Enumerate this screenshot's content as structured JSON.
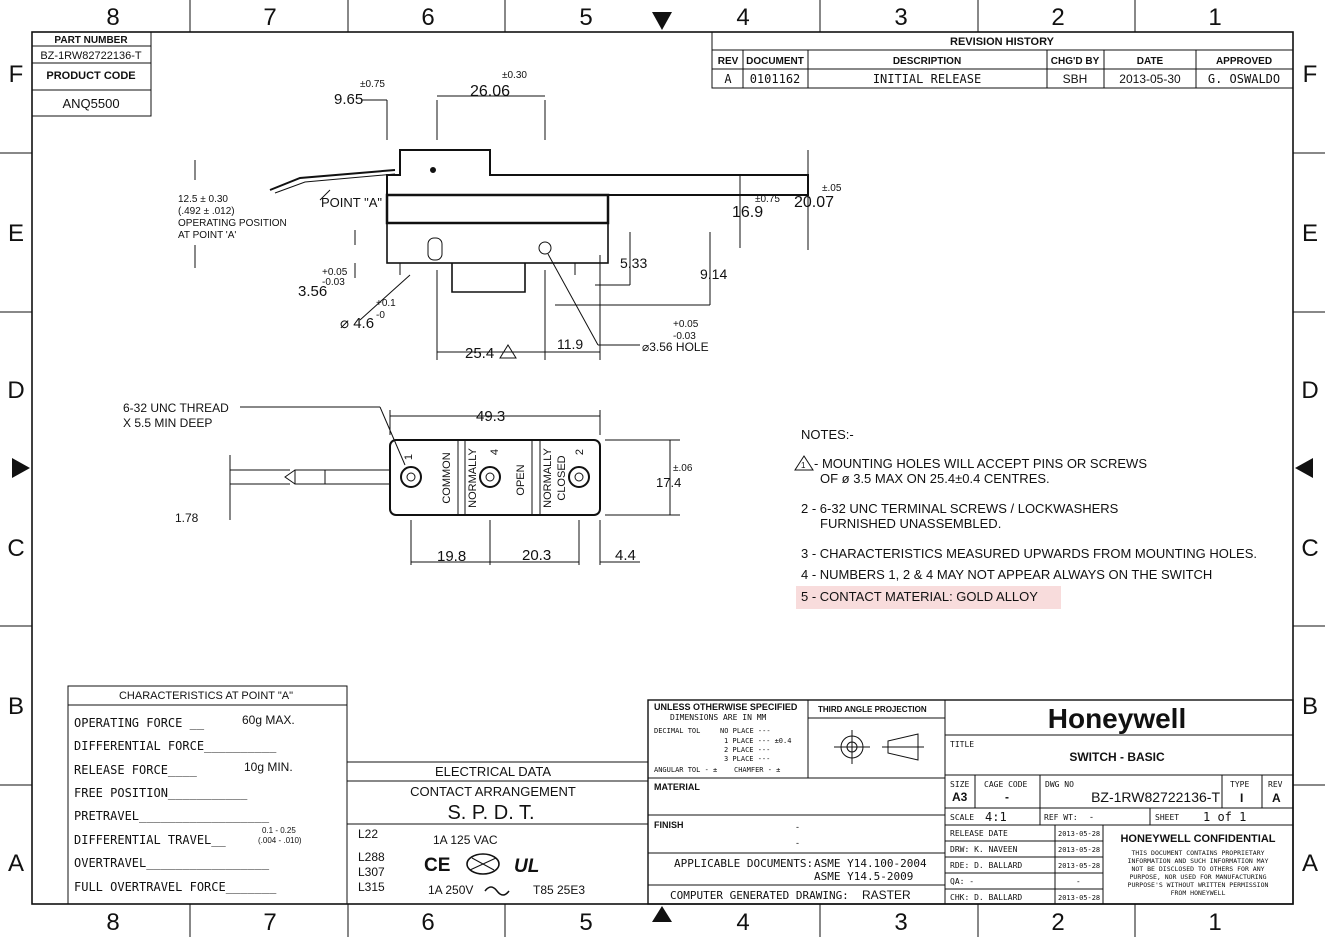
{
  "zones": {
    "cols": [
      "8",
      "7",
      "6",
      "5",
      "4",
      "3",
      "2",
      "1"
    ],
    "rows": [
      "F",
      "E",
      "D",
      "C",
      "B",
      "A"
    ]
  },
  "part": {
    "part_number_label": "PART NUMBER",
    "part_number": "BZ-1RW82722136-T",
    "product_code_label": "PRODUCT CODE",
    "product_code": "ANQ5500"
  },
  "revision": {
    "title": "REVISION HISTORY",
    "headers": [
      "REV",
      "DOCUMENT",
      "DESCRIPTION",
      "CHG'D BY",
      "DATE",
      "APPROVED"
    ],
    "row": [
      "A",
      "0101162",
      "INITIAL RELEASE",
      "SBH",
      "2013-05-30",
      "G. OSWALDO"
    ]
  },
  "side_view": {
    "dim_9_65": "9.65",
    "tol_0_75a": "±0.75",
    "dim_26_06": "26.06",
    "tol_0_30": "±0.30",
    "dim_16_9": "16.9",
    "tol_0_75b": "±0.75",
    "dim_20_07": "20.07",
    "tol_05": "±.05",
    "op_pos_1": "12.5 ± 0.30",
    "op_pos_2": "(.492 ± .012)",
    "op_pos_3": "OPERATING POSITION",
    "op_pos_4": "AT POINT 'A'",
    "point_a": "POINT \"A\"",
    "dim_3_56": "3.56",
    "tol_p005": "+0.05",
    "tol_m003": "-0.03",
    "dim_phi46": "⌀ 4.6",
    "tol_p01": "+0.1",
    "tol_0": "-0",
    "dim_5_33": "5.33",
    "dim_9_14": "9.14",
    "dim_25_4": "25.4",
    "dim_11_9": "11.9",
    "hole_tol_p": "+0.05",
    "hole_tol_m": "-0.03",
    "hole": "⌀3.56 HOLE"
  },
  "bottom_view": {
    "thread_1": "6-32 UNC THREAD",
    "thread_2": "X 5.5 MIN DEEP",
    "dim_49_3": "49.3",
    "dim_17_4": "17.4",
    "tol_06": "±.06",
    "dim_1_78": "1.78",
    "dim_19_8": "19.8",
    "dim_20_3": "20.3",
    "dim_4_4": "4.4",
    "term_1": "1",
    "term_4": "4",
    "term_2": "2",
    "common": "COMMON",
    "normally_open_1": "NORMALLY",
    "normally_open_2": "OPEN",
    "normally_closed_1": "NORMALLY",
    "normally_closed_2": "CLOSED"
  },
  "notes": {
    "title": "NOTES:-",
    "n1_a": "- MOUNTING HOLES WILL ACCEPT PINS OR SCREWS",
    "n1_b": "OF ø 3.5 MAX ON 25.4±0.4 CENTRES.",
    "n1_mark": "1",
    "n2_a": "2 - 6-32 UNC TERMINAL SCREWS / LOCKWASHERS",
    "n2_b": "FURNISHED UNASSEMBLED.",
    "n3": "3 - CHARACTERISTICS MEASURED UPWARDS FROM MOUNTING HOLES.",
    "n4": "4 - NUMBERS 1, 2 & 4 MAY NOT APPEAR ALWAYS ON THE SWITCH",
    "n5": "5 - CONTACT MATERIAL: GOLD ALLOY",
    "highlight_color": "#f8dcdc"
  },
  "characteristics": {
    "title": "CHARACTERISTICS AT POINT \"A\"",
    "rows": [
      {
        "label": "OPERATING FORCE __",
        "value": "60g MAX."
      },
      {
        "label": "DIFFERENTIAL FORCE__________",
        "value": ""
      },
      {
        "label": "RELEASE FORCE____",
        "value": "10g MIN."
      },
      {
        "label": "FREE POSITION___________",
        "value": ""
      },
      {
        "label": "PRETRAVEL__________________",
        "value": ""
      },
      {
        "label": "DIFFERENTIAL TRAVEL__",
        "value": "0.1 - 0.25",
        "value2": "(.004 - .010)"
      },
      {
        "label": "OVERTRAVEL_________________",
        "value": ""
      },
      {
        "label": "FULL OVERTRAVEL FORCE_______",
        "value": ""
      }
    ]
  },
  "electrical": {
    "title": "ELECTRICAL DATA",
    "arrangement_label": "CONTACT ARRANGEMENT",
    "arrangement": "S. P. D. T.",
    "l22": "L22",
    "rating_1": "1A  125 VAC",
    "l288": "L288",
    "l307": "L307",
    "l315": "L315",
    "rating_2a": "1A  250V",
    "rating_2b": "T85 25E3",
    "mark_ce": "CE",
    "mark_ul": "UL"
  },
  "titleblock": {
    "tol_title": "UNLESS OTHERWISE SPECIFIED",
    "tol_sub": "DIMENSIONS ARE IN MM",
    "decimal": "DECIMAL TOL",
    "no_place": "NO PLACE ---",
    "place1": "1 PLACE --- ±0.4",
    "place2": "2 PLACE ---",
    "place3": "3 PLACE ---",
    "angular": "ANGULAR TOL - ±",
    "chamfer": "CHAMFER - ±",
    "projection": "THIRD ANGLE PROJECTION",
    "material": "MATERIAL",
    "finish": "FINISH",
    "finish_dash1": "-",
    "finish_dash2": "-",
    "applicable_label": "APPLICABLE DOCUMENTS:",
    "applicable_1": "ASME Y14.100-2004",
    "applicable_2": "ASME Y14.5-2009",
    "computer_label": "COMPUTER GENERATED DRAWING:",
    "computer_val": "RASTER",
    "company": "Honeywell",
    "title_label": "TITLE",
    "title": "SWITCH - BASIC",
    "size_label": "SIZE",
    "size": "A3",
    "cage_label": "CAGE CODE",
    "cage": "-",
    "dwg_label": "DWG NO",
    "dwg": "BZ-1RW82722136-T",
    "type_label": "TYPE",
    "type": "I",
    "rev_label": "REV",
    "rev": "A",
    "scale_label": "SCALE",
    "scale": "4:1",
    "refwt_label": "REF WT:",
    "refwt": "-",
    "sheet_label": "SHEET",
    "sheet": "1 of 1",
    "release_label": "RELEASE DATE",
    "release": "2013-05-28",
    "drw": "DRW: K. NAVEEN",
    "drw_date": "2013-05-28",
    "rde": "RDE: D. BALLARD",
    "rde_date": "2013-05-28",
    "qa": "QA:  -",
    "qa_date": "-",
    "chk": "CHK: D. BALLARD",
    "chk_date": "2013-05-28",
    "confidential": "HONEYWELL CONFIDENTIAL",
    "conf_1": "THIS DOCUMENT CONTAINS PROPRIETARY",
    "conf_2": "INFORMATION AND SUCH INFORMATION MAY",
    "conf_3": "NOT BE DISCLOSED TO OTHERS FOR ANY",
    "conf_4": "PURPOSE, NOR USED FOR MANUFACTURING",
    "conf_5": "PURPOSE'S WITHOUT WRITTEN PERMISSION",
    "conf_6": "FROM HONEYWELL"
  }
}
